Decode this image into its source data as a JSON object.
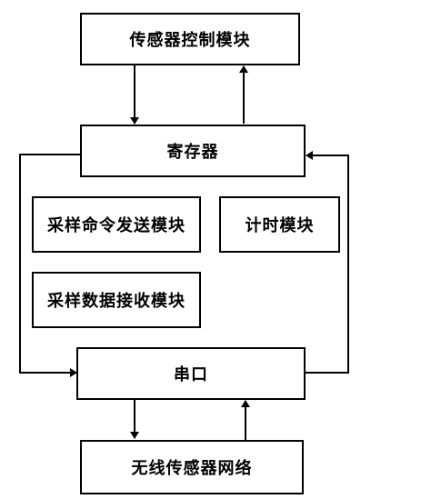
{
  "diagram": {
    "nodes": {
      "sensor_control": "传感器控制模块",
      "register": "寄存器",
      "sampling_command_send": "采样命令发送模块",
      "timer": "计时模块",
      "sampling_data_receive": "采样数据接收模块",
      "serial_port": "串口",
      "wireless_sensor_network": "无线传感器网络"
    },
    "edges": [
      {
        "from": "sensor_control",
        "to": "register"
      },
      {
        "from": "register",
        "to": "sensor_control"
      },
      {
        "from": "serial_port",
        "to": "wireless_sensor_network"
      },
      {
        "from": "wireless_sensor_network",
        "to": "serial_port"
      },
      {
        "from": "register",
        "to": "serial_port"
      },
      {
        "from": "serial_port",
        "to": "register"
      }
    ]
  }
}
